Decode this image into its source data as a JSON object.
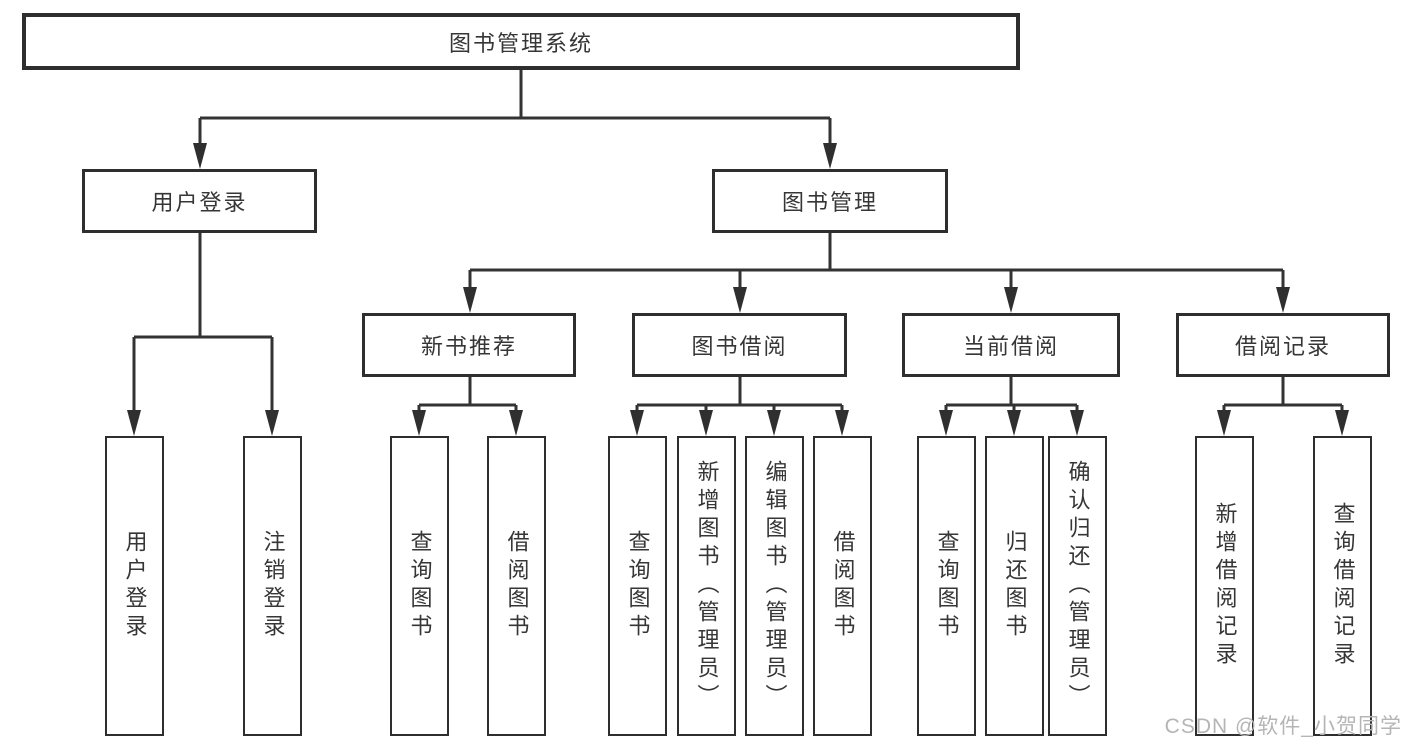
{
  "diagram": {
    "tree": {
      "label": "图书管理系统",
      "children": [
        {
          "label": "用户登录",
          "children": [
            {
              "label": "用户登录"
            },
            {
              "label": "注销登录"
            }
          ]
        },
        {
          "label": "图书管理",
          "children": [
            {
              "label": "新书推荐",
              "children": [
                {
                  "label": "查询图书"
                },
                {
                  "label": "借阅图书"
                }
              ]
            },
            {
              "label": "图书借阅",
              "children": [
                {
                  "label": "查询图书"
                },
                {
                  "label": "新增图书（管理员）"
                },
                {
                  "label": "编辑图书（管理员）"
                },
                {
                  "label": "借阅图书"
                }
              ]
            },
            {
              "label": "当前借阅",
              "children": [
                {
                  "label": "查询图书"
                },
                {
                  "label": "归还图书"
                },
                {
                  "label": "确认归还（管理员）"
                }
              ]
            },
            {
              "label": "借阅记录",
              "children": [
                {
                  "label": "新增借阅记录"
                },
                {
                  "label": "查询借阅记录"
                }
              ]
            }
          ]
        }
      ]
    },
    "watermark": "CSDN @软件_小贺同学",
    "colors": {
      "line": "#333333",
      "text": "#363636",
      "watermark": "#b5b5b5",
      "background": "#ffffff"
    }
  }
}
